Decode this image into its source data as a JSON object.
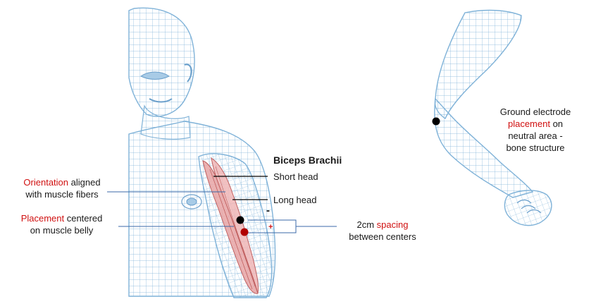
{
  "colors": {
    "mesh": "#7fb2d8",
    "mesh_fill": "#eef5fb",
    "muscle": "#e9a4a4",
    "accent_red": "#d01010",
    "electrode_negative": "#000000",
    "electrode_positive": "#b00000",
    "callout_line": "#3b6aa8"
  },
  "title": "Biceps Brachii",
  "heads": {
    "short": "Short head",
    "long": "Long head"
  },
  "orientation": {
    "keyword": "Orientation",
    "rest_line1": " aligned",
    "line2": "with muscle fibers"
  },
  "placement": {
    "keyword": "Placement",
    "rest_line1": " centered",
    "line2": "on muscle belly"
  },
  "polarity": {
    "minus": "-",
    "plus": "+"
  },
  "spacing": {
    "prefix": "2cm ",
    "keyword": "spacing",
    "line2": "between centers"
  },
  "ground": {
    "line1": "Ground electrode",
    "keyword": "placement",
    "rest_line2": " on",
    "line3": "neutral area -",
    "line4": "bone structure"
  }
}
